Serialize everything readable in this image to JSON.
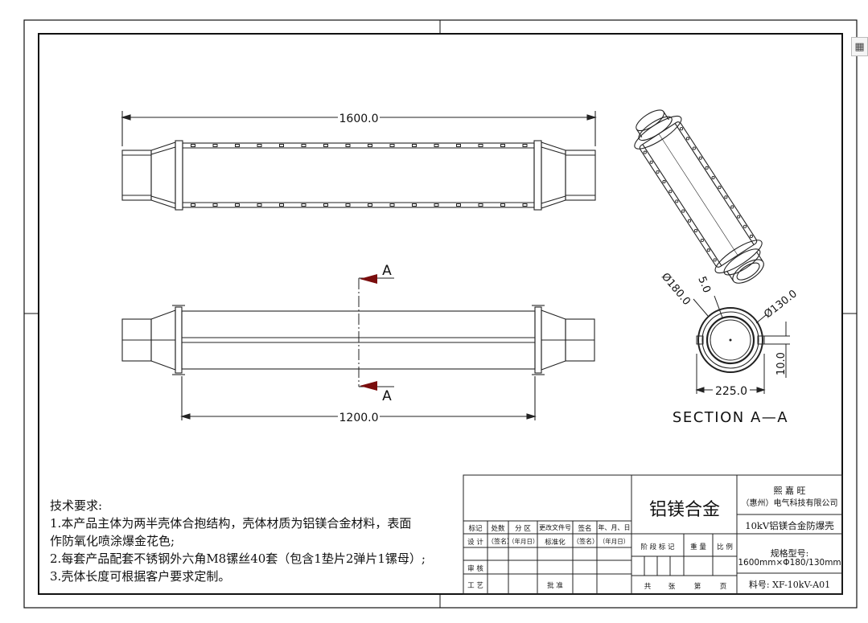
{
  "drawing": {
    "dim_length_total": "1600.0",
    "dim_length_body": "1200.0",
    "section_marker": "A",
    "section_title": "SECTION A—A",
    "section_dims": {
      "outer_dia": "Ø180.0",
      "thickness": "5.0",
      "inner_dia": "Ø130.0",
      "width": "225.0",
      "flange_gap": "10.0"
    }
  },
  "notes": {
    "heading": "技术要求:",
    "items": [
      "1.本产品主体为两半壳体合抱结构，壳体材质为铝镁合金材料，表面",
      "作防氧化喷涂爆金花色;",
      "2.每套产品配套不锈钢外六角M8镙丝40套（包含1垫片2弹片1镙母）;",
      "3.壳体长度可根据客户要求定制。"
    ]
  },
  "title_block": {
    "material": "铝镁合金",
    "company_line1": "熙 嘉 旺",
    "company_line2": "（惠州）电气科技有限公司",
    "product_name": "10kV铝镁合金防爆壳",
    "spec_label": "规格型号:",
    "spec_value": "1600mm×Φ180/130mm",
    "part_number": "料号: XF-10kV-A01",
    "row_headers": [
      "标记",
      "处数",
      "分 区",
      "更改文件号",
      "签名",
      "年、月、日"
    ],
    "design_label": "设 计",
    "sign_label": "（签名）",
    "date_label": "（年月日）",
    "standard_label": "标准化",
    "review_label": "审 核",
    "process_label": "工 艺",
    "approve_label": "批 准",
    "stage_labels": [
      "阶 段 标 记",
      "重 量",
      "比 例"
    ],
    "sheet_labels": [
      "共",
      "张",
      "第",
      "页"
    ]
  },
  "icons": {
    "corner": "table-icon"
  }
}
